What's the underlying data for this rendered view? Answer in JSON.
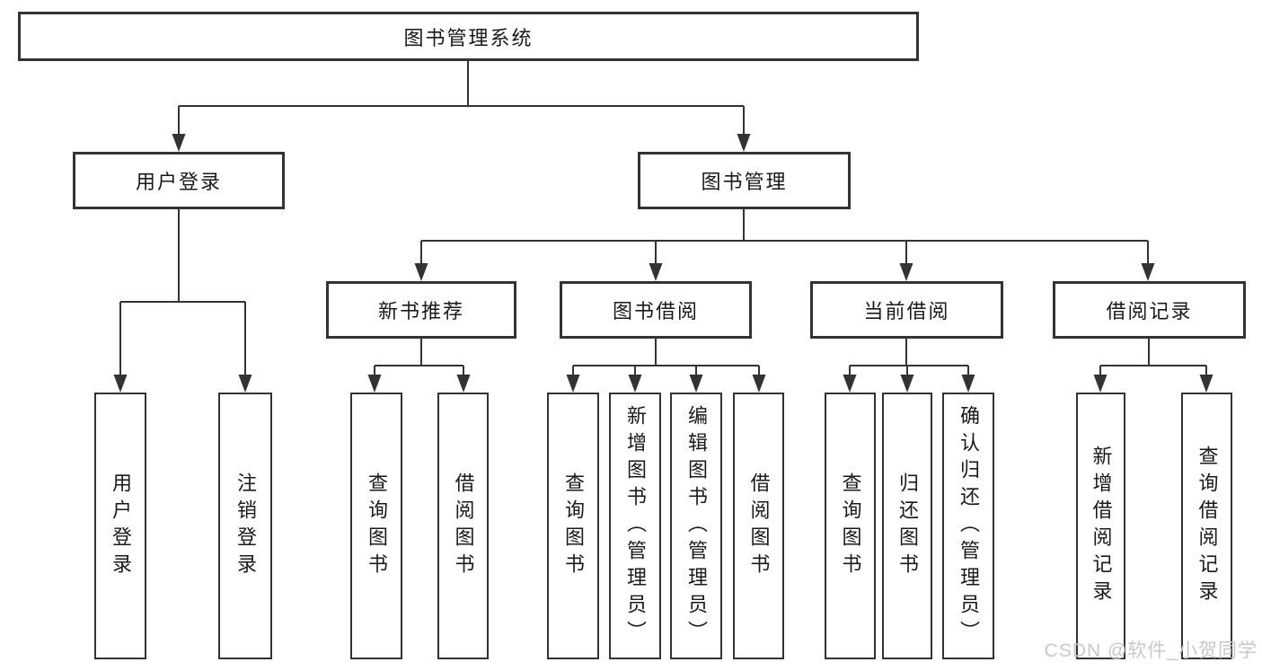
{
  "diagram": {
    "root": {
      "label": "图书管理系统"
    },
    "branches": [
      {
        "label": "用户登录",
        "children": [
          {
            "label": "用户登录"
          },
          {
            "label": "注销登录"
          }
        ]
      },
      {
        "label": "图书管理",
        "children": [
          {
            "label": "新书推荐",
            "children": [
              {
                "label": "查询图书"
              },
              {
                "label": "借阅图书"
              }
            ]
          },
          {
            "label": "图书借阅",
            "children": [
              {
                "label": "查询图书"
              },
              {
                "label": "新增图书（管理员）"
              },
              {
                "label": "编辑图书（管理员）"
              },
              {
                "label": "借阅图书"
              }
            ]
          },
          {
            "label": "当前借阅",
            "children": [
              {
                "label": "查询图书"
              },
              {
                "label": "归还图书"
              },
              {
                "label": "确认归还（管理员）"
              }
            ]
          },
          {
            "label": "借阅记录",
            "children": [
              {
                "label": "新增借阅记录"
              },
              {
                "label": "查询借阅记录"
              }
            ]
          }
        ]
      }
    ]
  },
  "watermark": {
    "text": "CSDN @软件_小贺同学"
  },
  "colors": {
    "line": "#333333",
    "text": "#1a1a1a",
    "background": "#ffffff",
    "watermark": "#c8c8c8"
  }
}
